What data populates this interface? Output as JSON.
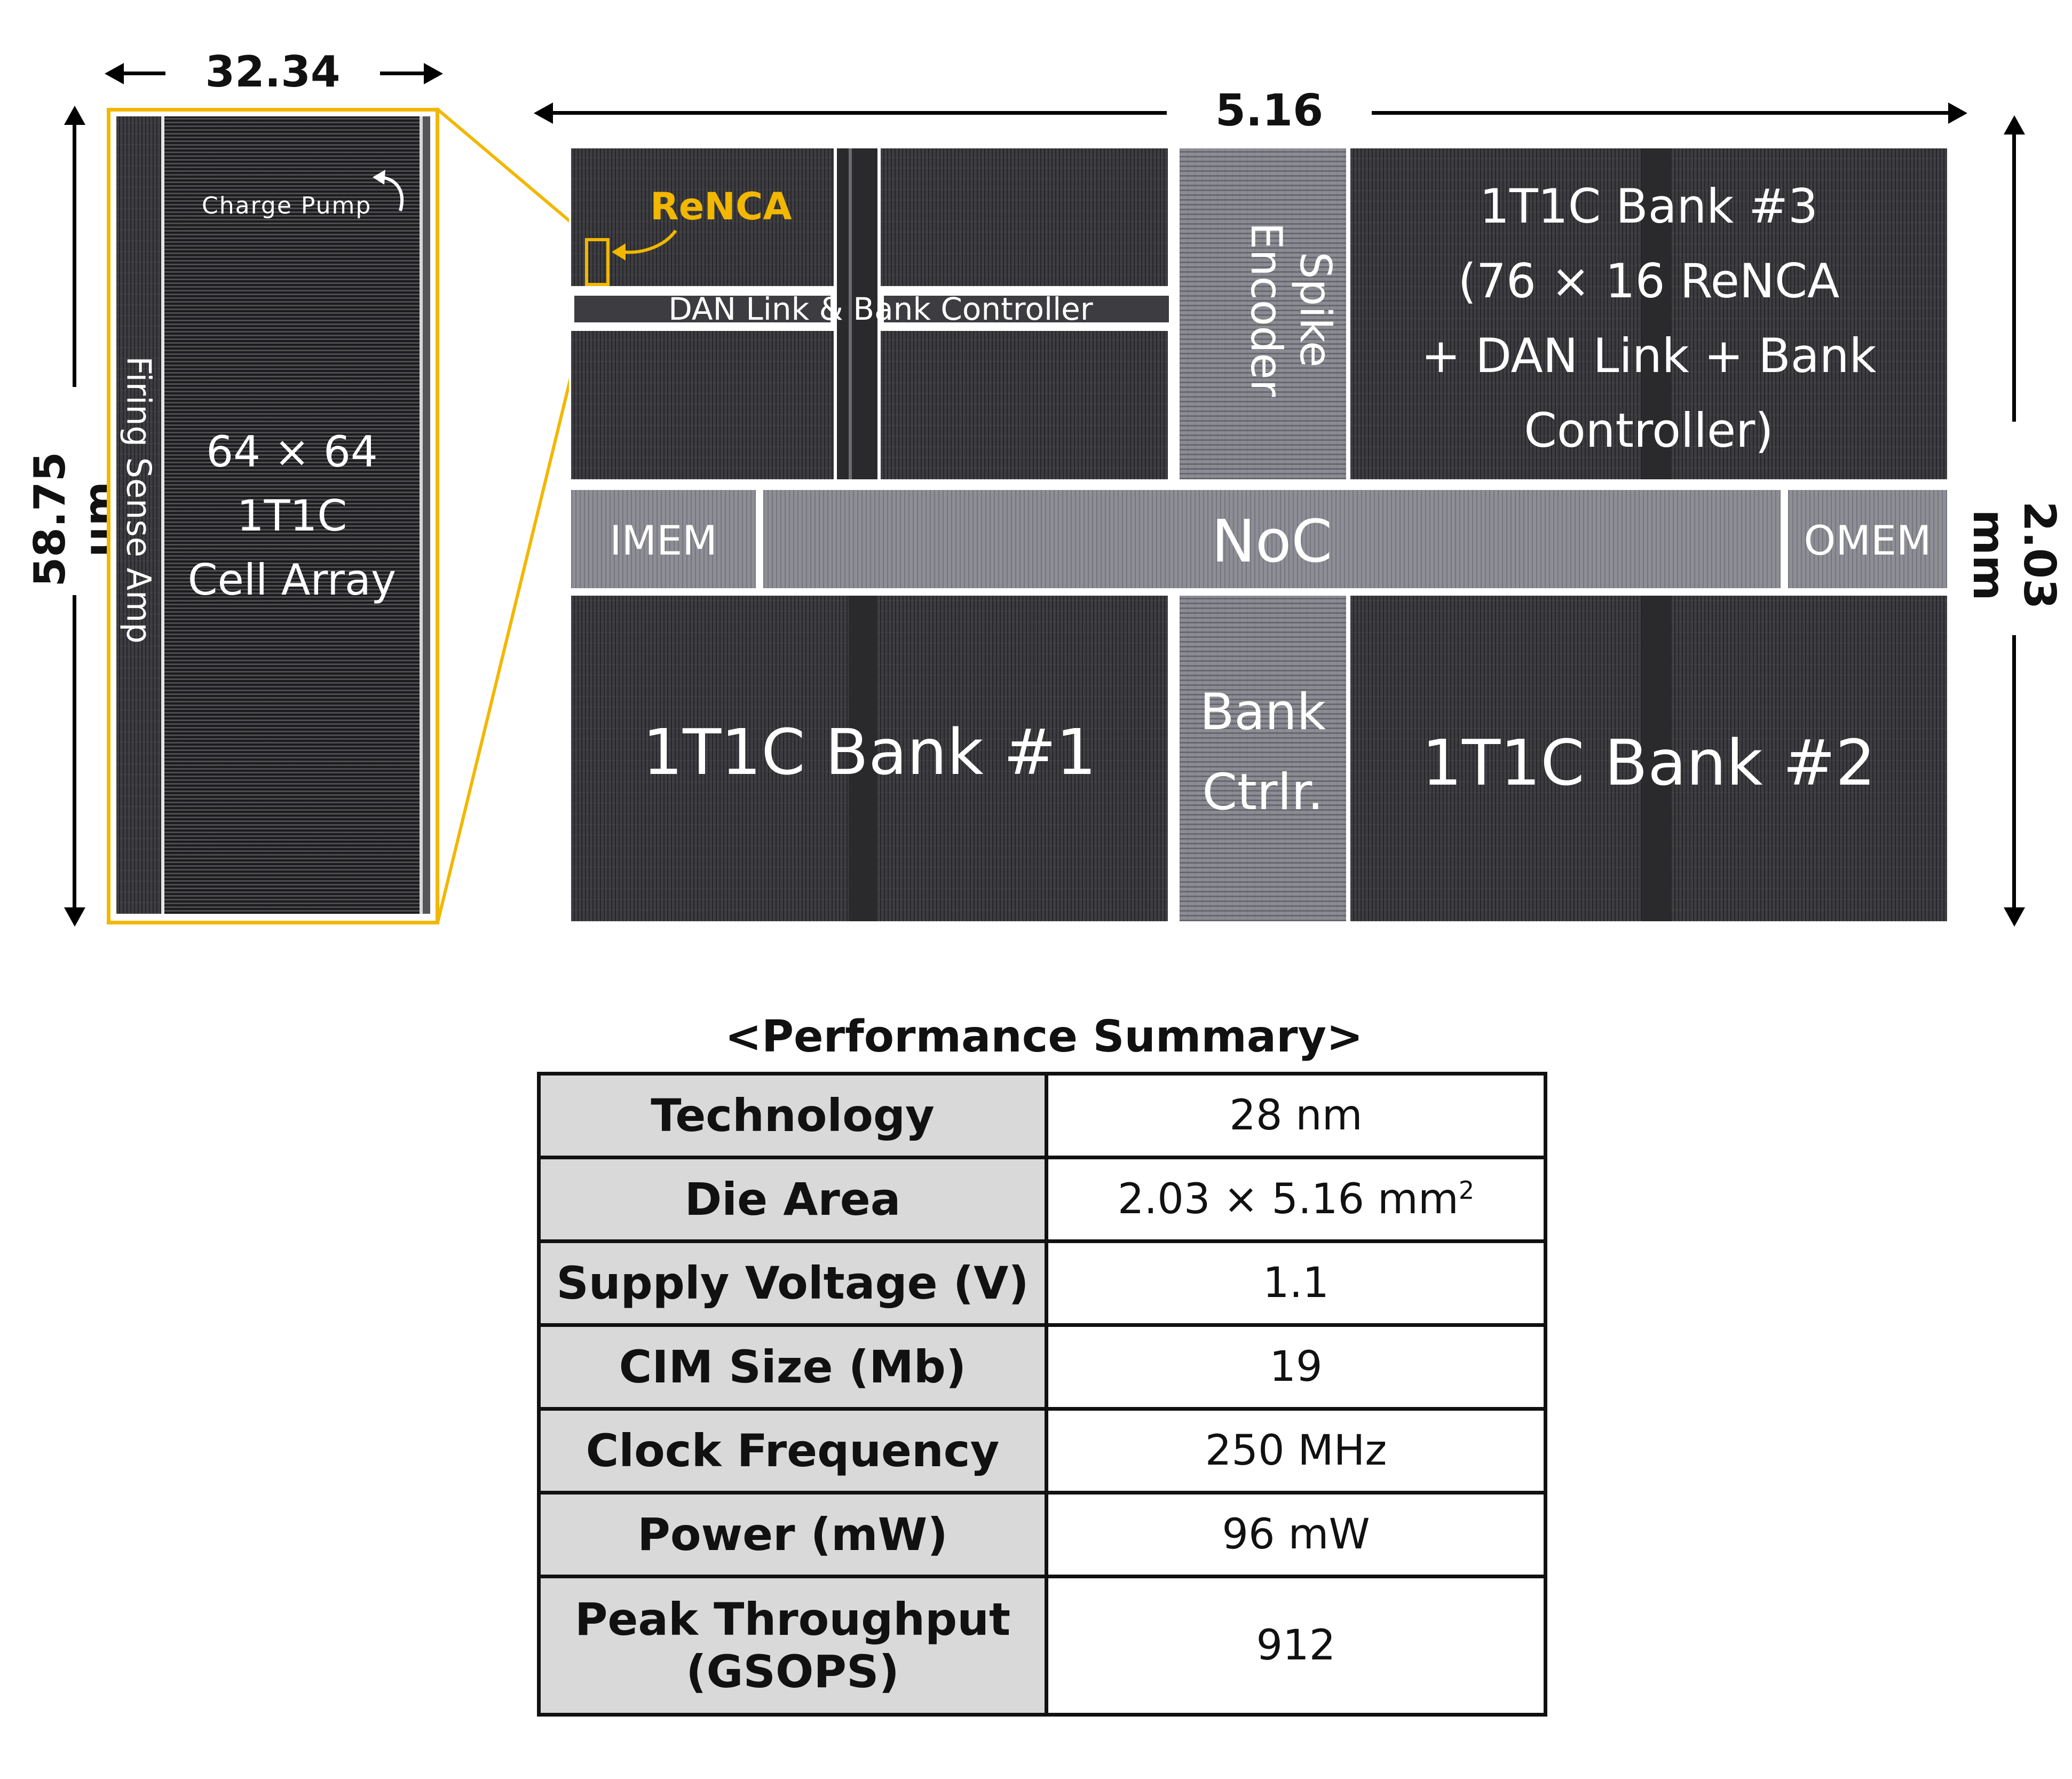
{
  "zoom": {
    "width_label": "32.34 µm",
    "height_label": "58.75 µm",
    "charge_pump": "Charge Pump",
    "sense_amp": "Firing Sense Amp",
    "array_lines": [
      "64 × 64",
      "1T1C",
      "Cell Array"
    ]
  },
  "die": {
    "width_label": "5.16 mm",
    "height_label": "2.03 mm",
    "renca": "ReNCA",
    "dan_link": "DAN Link & Bank Controller",
    "spike_encoder_lines": [
      "Spike",
      "Encoder"
    ],
    "bank3_lines": [
      "1T1C Bank #3",
      "(76 × 16 ReNCA",
      "+ DAN Link + Bank",
      "Controller)"
    ],
    "imem": "IMEM",
    "noc": "NoC",
    "omem": "OMEM",
    "bank1": "1T1C Bank #1",
    "bank_ctrl_lines": [
      "Bank",
      "Ctrlr."
    ],
    "bank2": "1T1C Bank #2"
  },
  "colors": {
    "highlight": "#f2b700",
    "die_dark": "#3d3d41",
    "die_light": "#8c8c94"
  },
  "summary": {
    "title": "<Performance Summary>",
    "rows": [
      {
        "key": "Technology",
        "value": "28 nm"
      },
      {
        "key": "Die Area",
        "value": "2.03 × 5.16 mm",
        "sup": "2"
      },
      {
        "key": "Supply Voltage (V)",
        "value": "1.1"
      },
      {
        "key": "CIM Size (Mb)",
        "value": "19"
      },
      {
        "key": "Clock Frequency",
        "value": "250 MHz"
      },
      {
        "key": "Power (mW)",
        "value": "96 mW"
      },
      {
        "key": "Peak Throughput",
        "key2": "(GSOPS)",
        "value": "912"
      }
    ]
  }
}
